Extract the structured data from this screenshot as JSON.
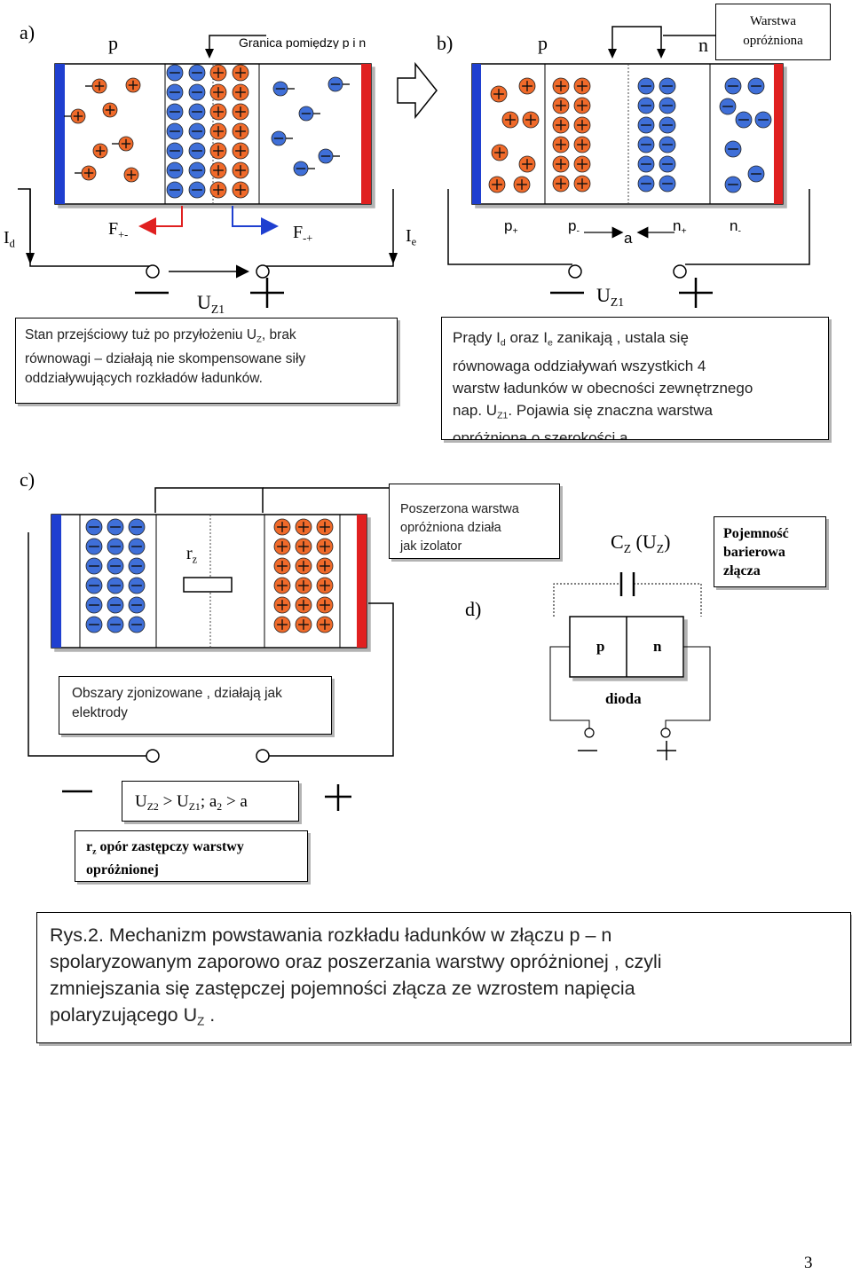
{
  "panels": {
    "a": "a)",
    "b": "b)",
    "c": "c)",
    "d": "d)"
  },
  "panel_a": {
    "p_label": "p",
    "boundary_label": "Granica pomiędzy p i n",
    "Id_main": "I",
    "Id_sub": "d",
    "F1_main": "F",
    "F1_sub": "+-",
    "F2_main": "F",
    "F2_sub": "-+",
    "Ie_main": "I",
    "Ie_sub": "e",
    "U_main": "U",
    "U_sub": "Z1",
    "note_line1": "Stan przejściowy tuż po przyłożeniu U",
    "note_line1_sub": "Z",
    "note_line1_tail": ", brak",
    "note_line2": "równowagi – działają nie skompensowane siły",
    "note_line3": "oddziaływujących rozkładów ładunków."
  },
  "panel_b": {
    "p_label": "p",
    "n_label": "n",
    "callout": "Warstwa opróżniona",
    "p_plus": "p",
    "p_plus_sub": "+",
    "p_minus": "p",
    "p_minus_sub": "-",
    "a_label": "a",
    "n_plus": "n",
    "n_plus_sub": "+",
    "n_minus": "n",
    "n_minus_sub": "-",
    "U_main": "U",
    "U_sub": "Z1",
    "note_t1": "Prądy I",
    "note_t1_sub": "d",
    "note_t2": " oraz I",
    "note_t2_sub": "e",
    "note_t3": " zanikają , ustala się",
    "note_line2": "równowaga oddziaływań wszystkich 4",
    "note_line3": "warstw ładunków w obecności zewnętrznego",
    "note_l4a": "nap. U",
    "note_l4_sub": "Z1",
    "note_l4b": ". Pojawia się znaczna warstwa",
    "note_line5": "opróżniona o szerokości a"
  },
  "panel_c": {
    "rz_main": "r",
    "rz_sub": "z",
    "callout_line1": "Poszerzona warstwa",
    "callout_line2": "opróżniona działa",
    "callout_line3": "jak izolator",
    "note2_line1": "Obszary zjonizowane , działają jak",
    "note2_line2": "elektrody",
    "eq_U": "U",
    "eq_Z2": "Z2",
    "eq_mid": " > U",
    "eq_Z1": "Z1",
    "eq_a": "; a",
    "eq_2": "2",
    "eq_end": " > a",
    "rz_box_main": "r",
    "rz_box_sub": "z",
    "rz_box_line1": " opór zastępczy warstwy",
    "rz_box_line2": "opróżnionej"
  },
  "panel_d": {
    "cz_main": "C",
    "cz_sub": "Z",
    "cz_paren": " (U",
    "cz_paren_sub": "Z",
    "cz_close": ")",
    "callout_line1": "Pojemność",
    "callout_line2": "barierowa",
    "callout_line3": "złącza",
    "p_label": "p",
    "n_label": "n",
    "diode_label": "dioda"
  },
  "caption": {
    "line1": "Rys.2. Mechanizm powstawania rozkładu ładunków w złączu p – n",
    "line2": "spolaryzowanym zaporowo oraz poszerzania warstwy opróżnionej , czyli",
    "line3": "zmniejszania się zastępczej pojemności złącza ze wzrostem napięcia",
    "line4": "polaryzującego U",
    "line4_sub": "Z",
    "line4_end": " ."
  },
  "page_number": "3",
  "colors": {
    "negative_ion": "#3f6fd8",
    "positive_ion": "#f06a2a",
    "anode": "#1f3fd0",
    "cathode": "#e02020",
    "shadow": "#b3b3b3"
  }
}
